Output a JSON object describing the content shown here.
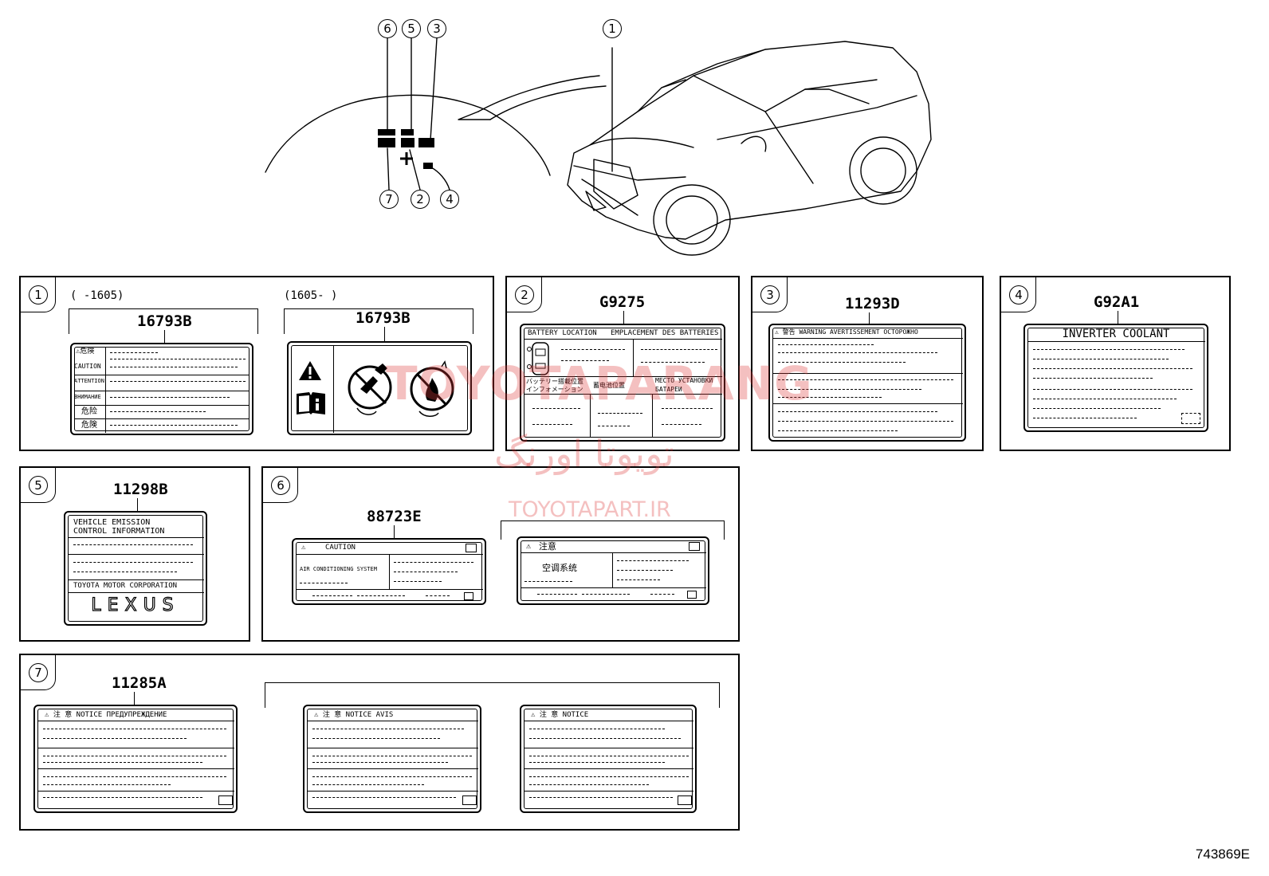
{
  "diagram": {
    "id": "743869E",
    "overview": {
      "callouts": [
        {
          "n": "1"
        },
        {
          "n": "2"
        },
        {
          "n": "3"
        },
        {
          "n": "4"
        },
        {
          "n": "5"
        },
        {
          "n": "6"
        },
        {
          "n": "7"
        }
      ]
    },
    "panels": {
      "p1": {
        "n": "1",
        "range_left": "(      -1605)",
        "range_right": "(1605-      )",
        "part_left": "16793B",
        "part_right": "16793B",
        "rows": [
          "⚠危険",
          "CAUTION",
          "ATTENTION",
          "BHИMAHИE",
          "危险",
          "危険"
        ]
      },
      "p2": {
        "n": "2",
        "part": "G9275",
        "header_left": "BATTERY LOCATION",
        "header_right": "EMPLACEMENT DES BATTERIES",
        "mid_1a": "バッテリー搭載位置",
        "mid_1b": "インフォメーション",
        "mid_2": "蓄电池位置",
        "mid_3a": "MECTO УСТАНОВКИ",
        "mid_3b": "БАТАРЕИ"
      },
      "p3": {
        "n": "3",
        "part": "11293D",
        "header": "⚠ 警告  WARNING  AVERTISSEMENT  ОСТОРОЖНО"
      },
      "p4": {
        "n": "4",
        "part": "G92A1",
        "header": "INVERTER COOLANT"
      },
      "p5": {
        "n": "5",
        "part": "11298B",
        "line1": "VEHICLE  EMISSION",
        "line2": "CONTROL  INFORMATION",
        "maker": "TOYOTA MOTOR CORPORATION",
        "brand": "LEXUS"
      },
      "p6": {
        "n": "6",
        "part": "88723E",
        "l1_header": "CAUTION",
        "l1_system": "AIR CONDITIONING SYSTEM",
        "l2_header": "注意",
        "l2_system": "空调系统"
      },
      "p7": {
        "n": "7",
        "part": "11285A",
        "l1_header": "⚠ 注 意  NOTICE  ПРЕДУПРЕЖДЕНИЕ",
        "l2_header": "⚠ 注 意 NOTICE  AVIS",
        "l3_header": "⚠ 注 意 NOTICE"
      }
    },
    "watermark": {
      "brand": "TOYOTAPARANG",
      "persian": "تويوتا اورنگ",
      "url": "TOYOTAPART.IR"
    }
  }
}
